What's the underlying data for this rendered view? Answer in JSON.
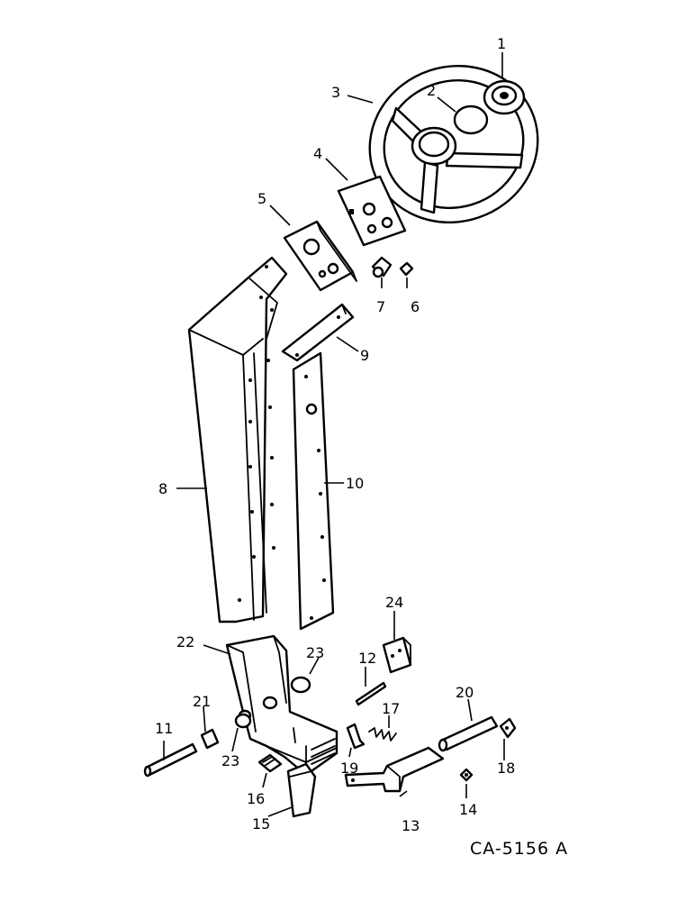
{
  "diagram": {
    "drawing_code": "CA-5156 A",
    "callouts": [
      "1",
      "2",
      "3",
      "4",
      "5",
      "6",
      "7",
      "8",
      "9",
      "10",
      "11",
      "12",
      "13",
      "14",
      "15",
      "16",
      "17",
      "18",
      "19",
      "20",
      "21",
      "22",
      "23",
      "23",
      "24"
    ]
  }
}
